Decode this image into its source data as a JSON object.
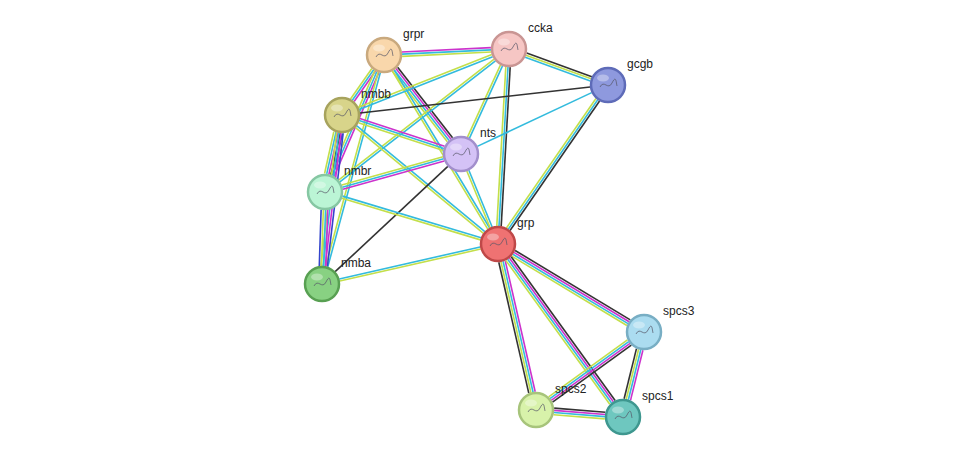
{
  "diagram": {
    "nodes": [
      {
        "text": [
          "grpr"
        ]
      },
      {
        "text": [
          "ccka"
        ]
      },
      {
        "text": [
          "gcgb"
        ]
      },
      {
        "text": [
          "nmbb"
        ]
      },
      {
        "text": [
          "nts"
        ]
      },
      {
        "text": [
          "nmbr"
        ]
      },
      {
        "text": [
          "grp"
        ]
      },
      {
        "text": [
          "nmba"
        ]
      },
      {
        "text": [
          "spcs3"
        ]
      },
      {
        "text": [
          "spcs2"
        ]
      },
      {
        "text": [
          "spcs1"
        ]
      }
    ],
    "edges": [
      {
        "from": 0,
        "to": 1,
        "arrow": "none"
      },
      {
        "from": 0,
        "to": 3,
        "arrow": "none"
      },
      {
        "from": 0,
        "to": 4,
        "arrow": "none"
      },
      {
        "from": 0,
        "to": 5,
        "arrow": "none"
      },
      {
        "from": 0,
        "to": 6,
        "arrow": "none"
      },
      {
        "from": 0,
        "to": 7,
        "arrow": "none"
      },
      {
        "from": 1,
        "to": 2,
        "arrow": "none"
      },
      {
        "from": 1,
        "to": 3,
        "arrow": "none"
      },
      {
        "from": 1,
        "to": 4,
        "arrow": "none"
      },
      {
        "from": 1,
        "to": 5,
        "arrow": "none"
      },
      {
        "from": 1,
        "to": 6,
        "arrow": "none"
      },
      {
        "from": 2,
        "to": 3,
        "arrow": "none"
      },
      {
        "from": 2,
        "to": 4,
        "arrow": "none"
      },
      {
        "from": 2,
        "to": 6,
        "arrow": "none"
      },
      {
        "from": 3,
        "to": 4,
        "arrow": "none"
      },
      {
        "from": 3,
        "to": 5,
        "arrow": "none"
      },
      {
        "from": 3,
        "to": 7,
        "arrow": "none"
      },
      {
        "from": 3,
        "to": 6,
        "arrow": "none"
      },
      {
        "from": 4,
        "to": 5,
        "arrow": "none"
      },
      {
        "from": 4,
        "to": 6,
        "arrow": "none"
      },
      {
        "from": 4,
        "to": 7,
        "arrow": "none"
      },
      {
        "from": 5,
        "to": 7,
        "arrow": "none"
      },
      {
        "from": 5,
        "to": 6,
        "arrow": "none"
      },
      {
        "from": 7,
        "to": 6,
        "arrow": "none"
      },
      {
        "from": 6,
        "to": 8,
        "arrow": "none"
      },
      {
        "from": 6,
        "to": 9,
        "arrow": "none"
      },
      {
        "from": 6,
        "to": 10,
        "arrow": "none"
      },
      {
        "from": 8,
        "to": 9,
        "arrow": "none"
      },
      {
        "from": 8,
        "to": 10,
        "arrow": "none"
      },
      {
        "from": 9,
        "to": 10,
        "arrow": "none"
      }
    ]
  }
}
